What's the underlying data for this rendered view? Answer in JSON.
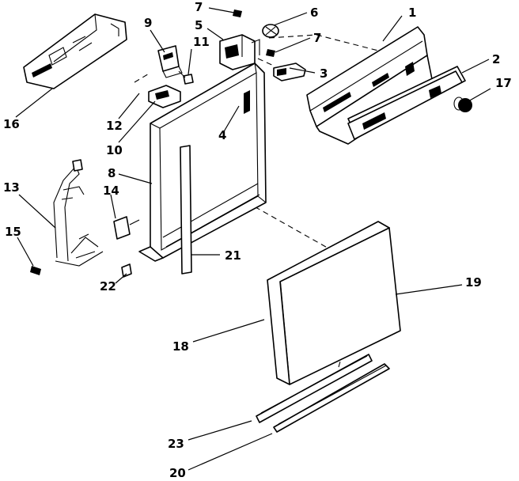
{
  "parts": [
    {
      "id": "1",
      "label": "1"
    },
    {
      "id": "2",
      "label": "2"
    },
    {
      "id": "3",
      "label": "3"
    },
    {
      "id": "4",
      "label": "4"
    },
    {
      "id": "5",
      "label": "5"
    },
    {
      "id": "6",
      "label": "6"
    },
    {
      "id": "7a",
      "label": "7"
    },
    {
      "id": "7b",
      "label": "7"
    },
    {
      "id": "8",
      "label": "8"
    },
    {
      "id": "9",
      "label": "9"
    },
    {
      "id": "10",
      "label": "10"
    },
    {
      "id": "11",
      "label": "11"
    },
    {
      "id": "12",
      "label": "12"
    },
    {
      "id": "13",
      "label": "13"
    },
    {
      "id": "14",
      "label": "14"
    },
    {
      "id": "15",
      "label": "15"
    },
    {
      "id": "16",
      "label": "16"
    },
    {
      "id": "17",
      "label": "17"
    },
    {
      "id": "18",
      "label": "18"
    },
    {
      "id": "19",
      "label": "19"
    },
    {
      "id": "20",
      "label": "20"
    },
    {
      "id": "21",
      "label": "21"
    },
    {
      "id": "22",
      "label": "22"
    },
    {
      "id": "23",
      "label": "23"
    }
  ]
}
